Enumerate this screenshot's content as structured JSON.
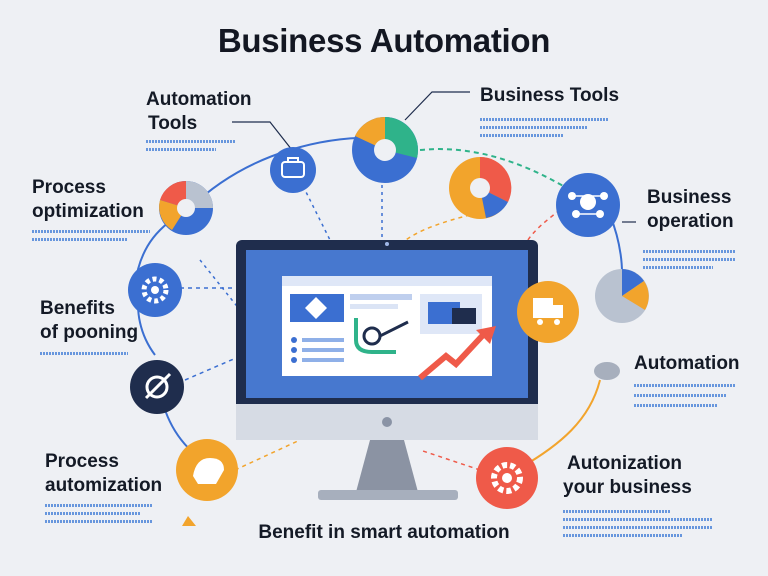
{
  "title": "Business Automation",
  "footer_caption": "Benefit in smart automation",
  "labels": {
    "automation_tools_1": "Automation",
    "automation_tools_2": "Tools",
    "business_tools": "Business Tools",
    "process_optimization_1": "Process",
    "process_optimization_2": "optimization",
    "business_operation_1": "Business",
    "business_operation_2": "operation",
    "benefits_pooning_1": "Benefits",
    "benefits_pooning_2": "of pooning",
    "automation": "Automation",
    "process_automization_1": "Process",
    "process_automization_2": "automization",
    "autonization_business_1": "Autonization",
    "autonization_business_2": "your business"
  },
  "icons": {
    "tools": "toolbox-icon",
    "business_tools_chart": "donut-chart-icon",
    "process_chart": "pie-chart-icon",
    "donut_orange": "donut-chart-icon",
    "operation": "network-people-icon",
    "benefits": "gear-icon",
    "shield": "wrench-gear-icon",
    "right_pie": "pie-chart-icon",
    "truck": "delivery-truck-icon",
    "hand": "hand-icon",
    "cog": "cog-icon"
  },
  "colors": {
    "blue": "#3b6fd1",
    "navy": "#1f2d4d",
    "orange": "#f2a42c",
    "red": "#ef5a49",
    "green": "#2fb38a",
    "grey": "#b9c2d0",
    "screen": "#4778cf"
  }
}
